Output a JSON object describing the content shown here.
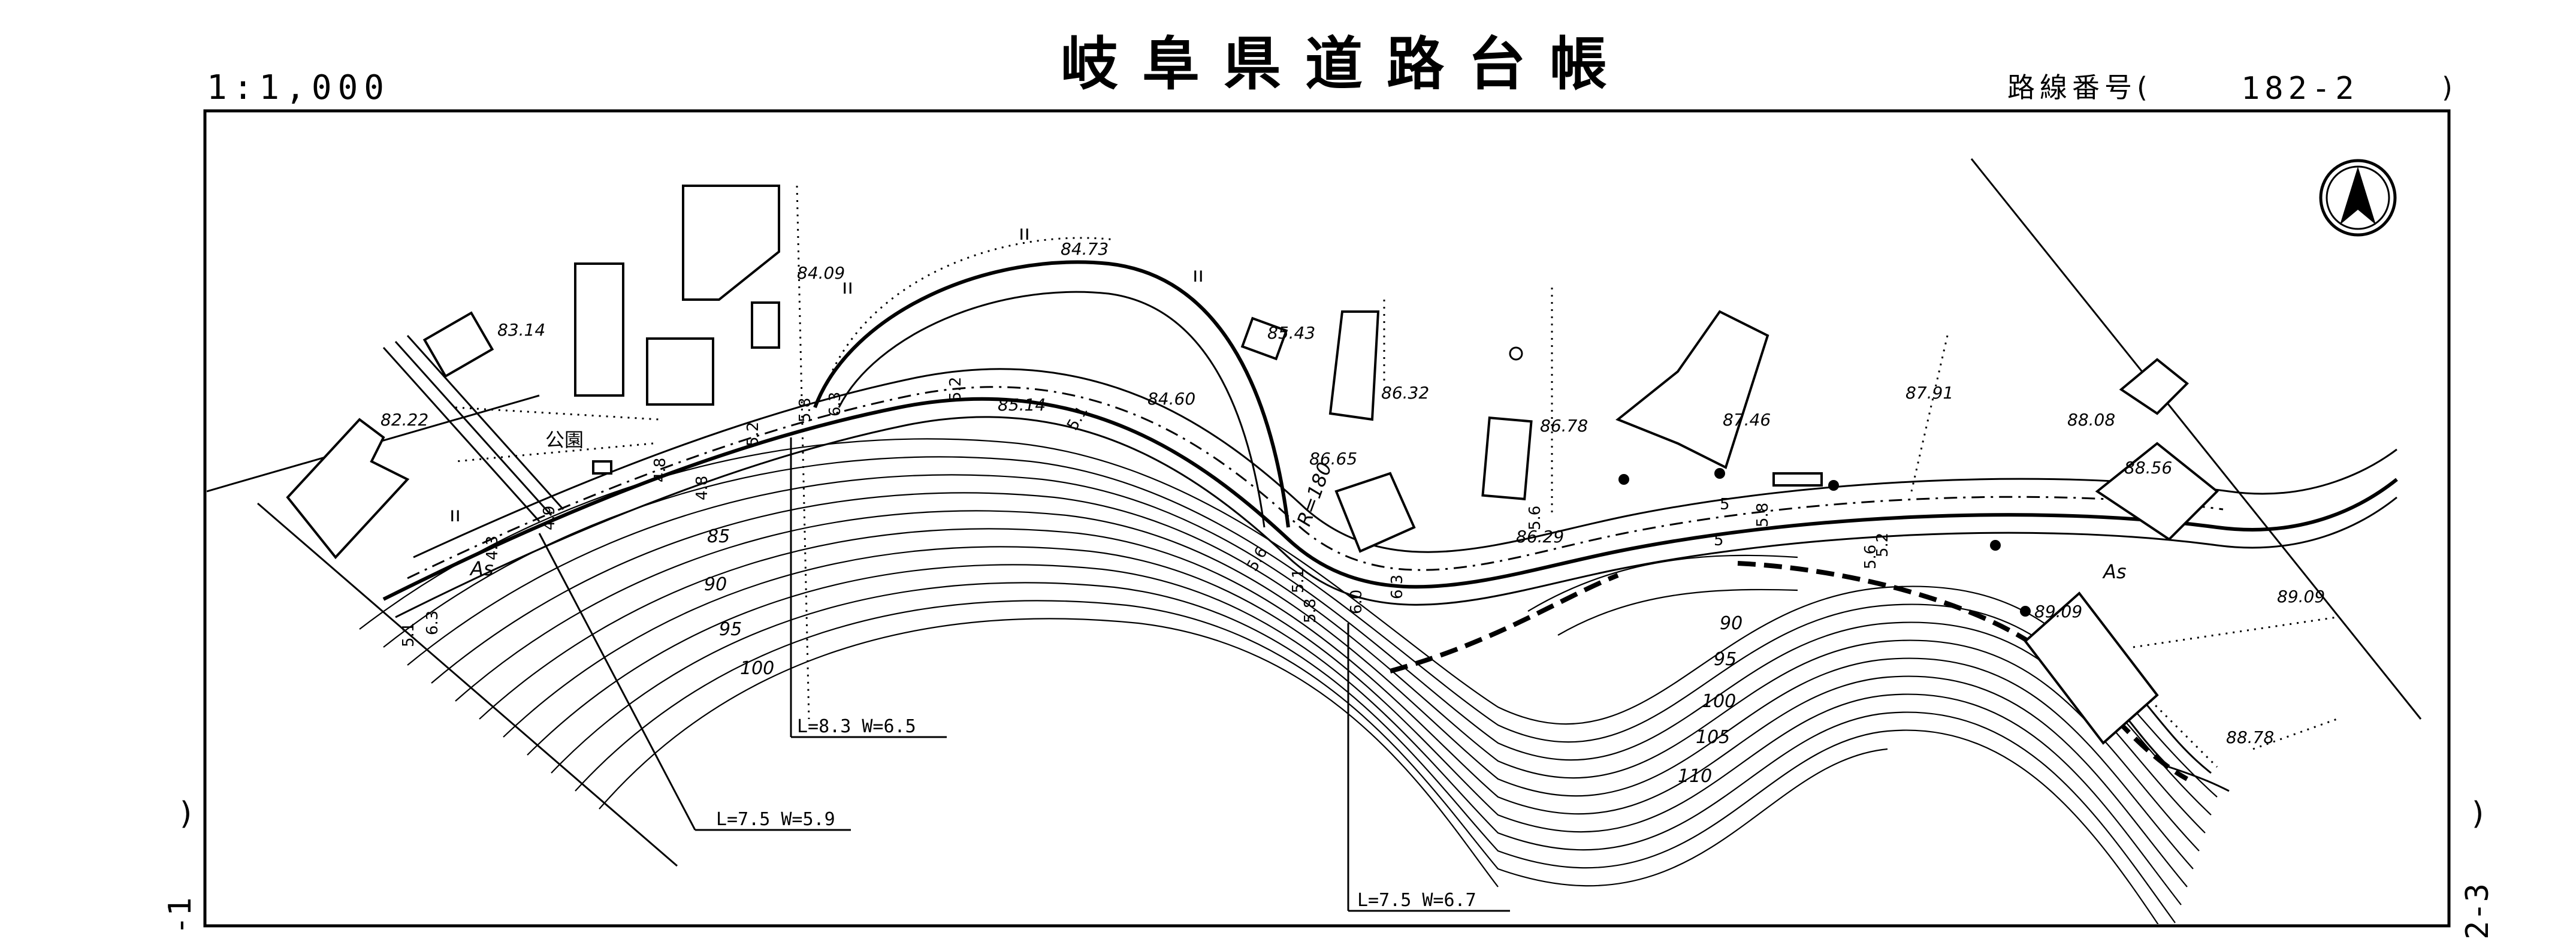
{
  "header": {
    "scale": "1:1,000",
    "title": "岐阜県道路台帳",
    "route_label": "路線番号(",
    "route_number": "182-2",
    "route_close": ")"
  },
  "margin": {
    "left_paren": ")",
    "left_sheet": "-1",
    "right_paren": ")",
    "right_sheet": "2-3"
  },
  "map": {
    "north_arrow": "north-arrow-icon",
    "labels": {
      "park": "公園",
      "pavement_1": "As",
      "pavement_2": "As",
      "radius": "R=180"
    },
    "spot_heights": [
      "83.14",
      "82.22",
      "84.09",
      "84.73",
      "85.43",
      "84.60",
      "85.14",
      "86.32",
      "86.65",
      "86.78",
      "86.29",
      "87.46",
      "87.91",
      "88.08",
      "88.56",
      "89.09",
      "89.09",
      "88.78"
    ],
    "contours": [
      "85",
      "90",
      "95",
      "100",
      "90",
      "95",
      "100",
      "105",
      "110"
    ],
    "widths": [
      "5.2",
      "5.8",
      "6.3",
      "5.2",
      "4.8",
      "4.9",
      "5.1",
      "4.3",
      "5.6",
      "5.8",
      "5.1",
      "6.0",
      "6.3",
      "5.6",
      "5",
      "5.8",
      "5.2",
      "5",
      "5.1",
      "6.3",
      "4.8",
      "5.6"
    ],
    "culverts": [
      {
        "text": "L=8.3   W=6.5"
      },
      {
        "text": "L=7.5  W=5.9"
      },
      {
        "text": "L=7.5  W=6.7"
      }
    ]
  }
}
